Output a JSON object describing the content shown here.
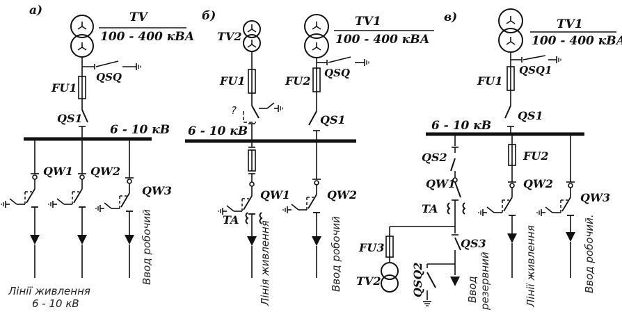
{
  "panels": {
    "a": {
      "label": "а)",
      "transformer": "TV",
      "rating": "100 - 400 кВА",
      "earth_switch": "QSQ",
      "fuse": "FU1",
      "disconnector": "QS1",
      "bus_voltage": "6 - 10 кВ",
      "breakers": [
        "QW1",
        "QW2",
        "QW3"
      ],
      "feeders_caption_line1": "Лінії живлення",
      "feeders_caption_line2": "6 - 10 кВ",
      "working_input": "Ввод робочий"
    },
    "b": {
      "label": "б)",
      "aux_transformer": "TV2",
      "transformer": "TV1",
      "rating": "100 - 400 кВА",
      "fuse_left": "FU1",
      "fuse_right": "FU2",
      "question_mark": "?",
      "earth_switch": "QSQ",
      "disconnector": "QS1",
      "bus_voltage": "6 - 10 кВ",
      "breaker_left": "QW1",
      "breaker_right": "QW2",
      "current_transformer": "TA",
      "feeder_caption": "Лінія живлення",
      "working_input": "Ввод робочий"
    },
    "c": {
      "label": "в)",
      "transformer": "TV1",
      "rating": "100 - 400 кВА",
      "earth_switch": "QSQ1",
      "fuse_top": "FU1",
      "disconnector_top": "QS1",
      "bus_voltage": "6 - 10 кВ",
      "disconnector_left": "QS2",
      "fuse_bus": "FU2",
      "breaker_left": "QW1",
      "current_transformer": "TA",
      "fuse_aux": "FU3",
      "aux_transformer": "TV2",
      "disconnector_bottom": "QS3",
      "earth_switch_bottom": "QSQ2",
      "breaker_mid": "QW2",
      "breaker_right": "QW3",
      "reserve_input_line1": "Ввод",
      "reserve_input_line2": "резервний",
      "feeders_caption": "Лінії живлення",
      "working_input": "Ввод робочий."
    }
  }
}
